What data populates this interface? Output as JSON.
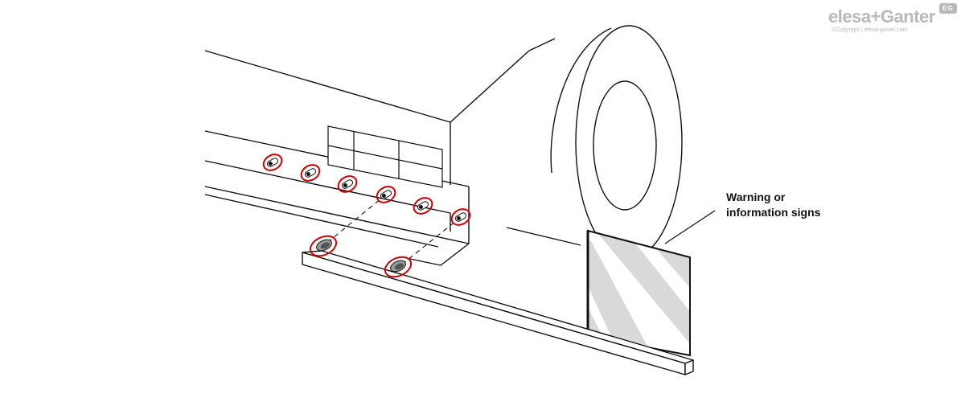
{
  "callout": {
    "line1": "Warning or",
    "line2": "information signs"
  },
  "logo": {
    "brand": "elesa+Ganter",
    "copyright": "©Copyright | elesa-ganter.com",
    "badge": "EG"
  },
  "colors": {
    "line": "#111111",
    "highlight": "#d20000",
    "sign_stripe": "#d9d9d9",
    "logo_gray": "#b9b9b9"
  }
}
